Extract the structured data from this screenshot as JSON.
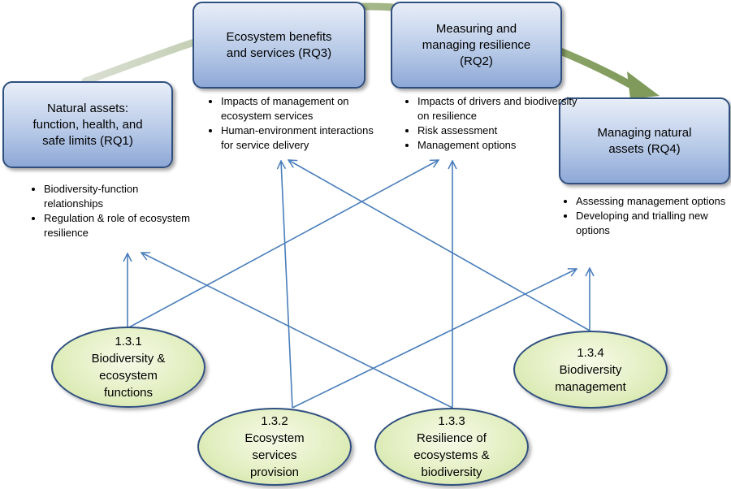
{
  "boxes": [
    {
      "id": "rq1",
      "label": "Natural assets:\nfunction, health, and\nsafe limits (RQ1)"
    },
    {
      "id": "rq3",
      "label": "Ecosystem benefits\nand services (RQ3)"
    },
    {
      "id": "rq2",
      "label": "Measuring and\nmanaging resilience\n(RQ2)"
    },
    {
      "id": "rq4",
      "label": "Managing natural\nassets (RQ4)"
    }
  ],
  "bullets": {
    "rq1": [
      "Biodiversity-function relationships",
      "Regulation & role of ecosystem resilience"
    ],
    "rq3": [
      "Impacts of management on ecosystem services",
      "Human-environment interactions for service delivery"
    ],
    "rq2": [
      "Impacts of drivers and biodiversity on resilience",
      "Risk assessment",
      "Management options"
    ],
    "rq4": [
      "Assessing management options",
      "Developing and trialling new options"
    ]
  },
  "ellipses": [
    {
      "id": "p131",
      "label": "1.3.1\nBiodiversity &\necosystem\nfunctions"
    },
    {
      "id": "p132",
      "label": "1.3.2\nEcosystem\nservices\nprovision"
    },
    {
      "id": "p133",
      "label": "1.3.3\nResilience of\necosystems &\nbiodiversity"
    },
    {
      "id": "p134",
      "label": "1.3.4\nBiodiversity\nmanagement"
    }
  ],
  "links": [
    {
      "from": "p131",
      "to": "rq1"
    },
    {
      "from": "p131",
      "to": "rq2"
    },
    {
      "from": "p132",
      "to": "rq3"
    },
    {
      "from": "p132",
      "to": "rq4"
    },
    {
      "from": "p133",
      "to": "rq1"
    },
    {
      "from": "p133",
      "to": "rq2"
    },
    {
      "from": "p134",
      "to": "rq3"
    },
    {
      "from": "p134",
      "to": "rq4"
    }
  ],
  "colors": {
    "arrow": "#4a7ebb",
    "box_border": "#2f4f7f",
    "flow_arc": "#8faa6c"
  }
}
